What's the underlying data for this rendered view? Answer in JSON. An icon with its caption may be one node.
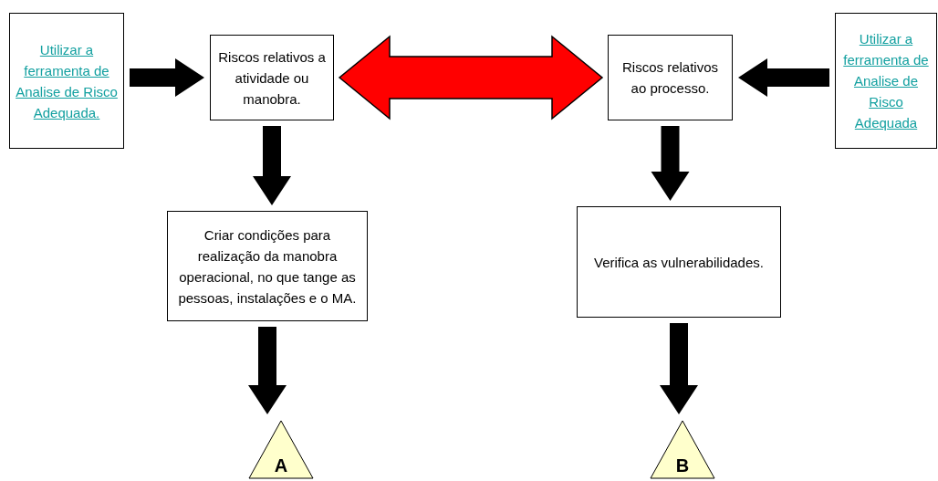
{
  "diagram": {
    "nodes": [
      {
        "text": [
          "Utilizar a ferramenta de Analise de Risco Adequada."
        ]
      },
      {
        "text": [
          "Riscos relativos a atividade ou manobra."
        ]
      },
      {
        "text": [
          "Riscos relativos ao processo."
        ]
      },
      {
        "text": [
          "Utilizar a ferramenta de Analise de Risco Adequada"
        ]
      },
      {
        "text": [
          "Criar condições para realização da manobra operacional, no que tange as pessoas, instalações e o MA."
        ]
      },
      {
        "text": [
          "Verifica as vulnerabilidades."
        ]
      },
      {
        "text": [
          "A"
        ]
      },
      {
        "text": [
          "B"
        ]
      }
    ],
    "edges": [
      {
        "from": 0,
        "to": 1,
        "arrow": "to"
      },
      {
        "from": 1,
        "to": 2,
        "arrow": "both",
        "style": "thick",
        "color": "#ff0000"
      },
      {
        "from": 3,
        "to": 2,
        "arrow": "to"
      },
      {
        "from": 1,
        "to": 4,
        "arrow": "to"
      },
      {
        "from": 2,
        "to": 5,
        "arrow": "to"
      },
      {
        "from": 4,
        "to": 6,
        "arrow": "to"
      },
      {
        "from": 5,
        "to": 7,
        "arrow": "to"
      }
    ]
  }
}
